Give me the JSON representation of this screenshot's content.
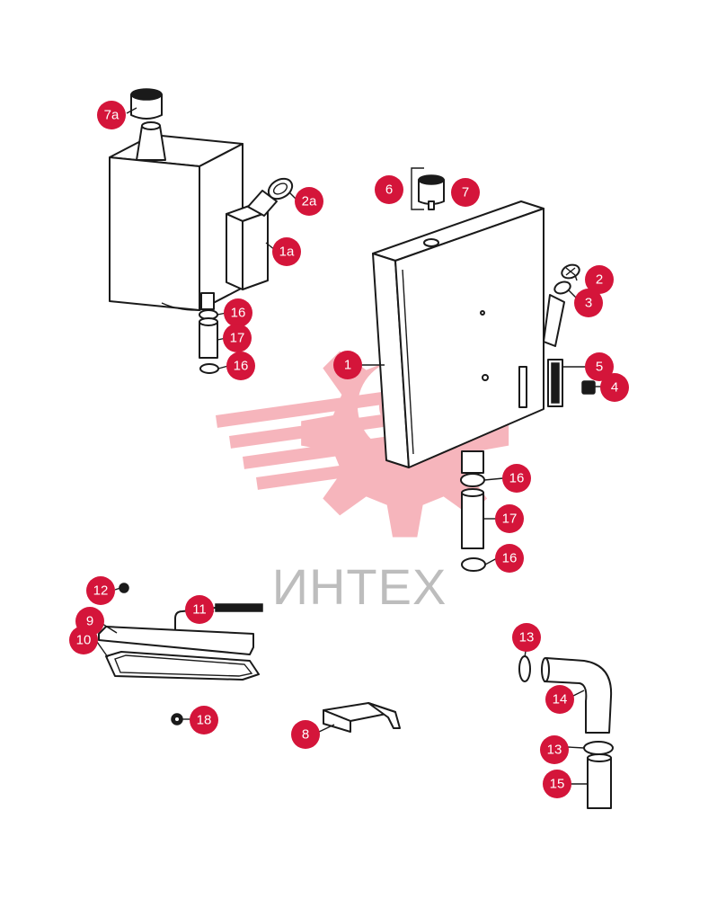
{
  "colors": {
    "callout": "#d4153a",
    "watermark": "#f07a86",
    "line": "#1a1a1a"
  },
  "watermark": {
    "text": "ИНТЕХ",
    "icon": "gear-logo-icon"
  },
  "callouts": {
    "c7a": "7a",
    "c2a": "2a",
    "c1a": "1a",
    "c16a": "16",
    "c17a": "17",
    "c16b": "16",
    "c6": "6",
    "c7": "7",
    "c2": "2",
    "c3": "3",
    "c1": "1",
    "c5": "5",
    "c4": "4",
    "c16c": "16",
    "c17b": "17",
    "c16d": "16",
    "c12": "12",
    "c11": "11",
    "c9": "9",
    "c10": "10",
    "c18": "18",
    "c8": "8",
    "c13a": "13",
    "c14": "14",
    "c13b": "13",
    "c15": "15"
  }
}
